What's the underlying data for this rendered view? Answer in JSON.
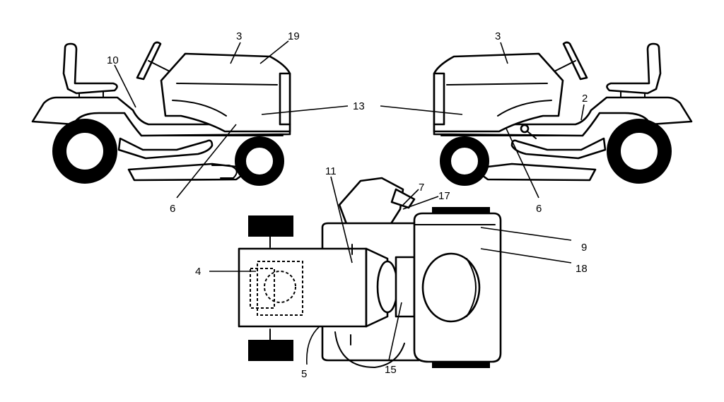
{
  "callouts": {
    "left_view": {
      "c10": "10",
      "c3": "3",
      "c19": "19",
      "c13": "13",
      "c6": "6"
    },
    "right_view": {
      "c3": "3",
      "c2": "2",
      "c6": "6"
    },
    "top_view": {
      "c11": "11",
      "c7": "7",
      "c17": "17",
      "c9": "9",
      "c18": "18",
      "c4": "4",
      "c5": "5",
      "c15": "15"
    }
  },
  "colors": {
    "line": "#000000",
    "background": "#ffffff"
  }
}
